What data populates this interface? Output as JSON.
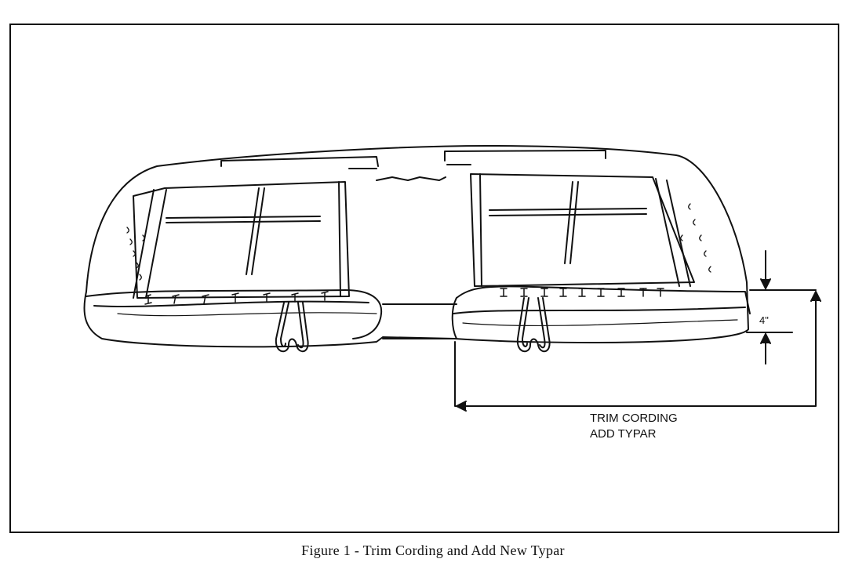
{
  "dimension": {
    "label": "4\""
  },
  "note": {
    "line1": "TRIM CORDING",
    "line2": "ADD TYPAR"
  },
  "caption": "Figure 1 - Trim Cording and Add New Typar"
}
